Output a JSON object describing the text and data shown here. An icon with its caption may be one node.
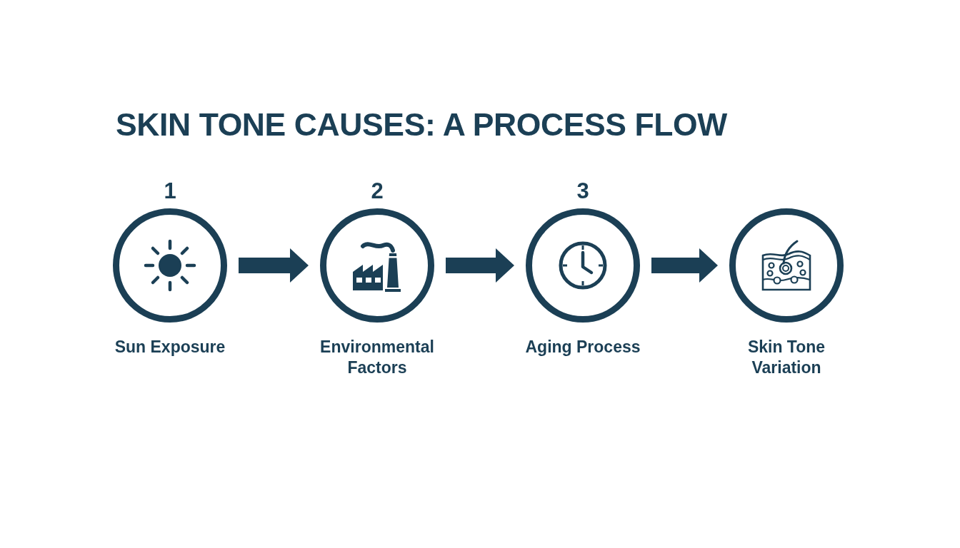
{
  "diagram": {
    "title": "SKIN TONE CAUSES: A PROCESS FLOW",
    "nodes": [
      {
        "text": [
          "Sun Exposure"
        ],
        "beside": [
          "1"
        ]
      },
      {
        "text": [
          "Environmental Factors"
        ],
        "beside": [
          "2"
        ]
      },
      {
        "text": [
          "Aging Process"
        ],
        "beside": [
          "3"
        ]
      },
      {
        "text": [
          "Skin Tone Variation"
        ]
      }
    ],
    "edges": [
      {
        "from": 0,
        "to": 1,
        "arrow": "to"
      },
      {
        "from": 1,
        "to": 2,
        "arrow": "to"
      },
      {
        "from": 2,
        "to": 3,
        "arrow": "to"
      }
    ]
  }
}
